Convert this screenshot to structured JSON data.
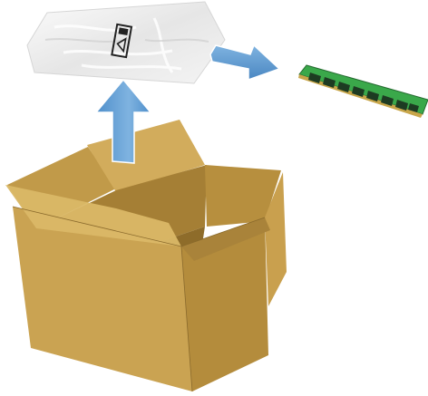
{
  "illustration": {
    "steps": [
      {
        "object": "cardboard-box",
        "state": "open"
      },
      {
        "object": "anti-static-bag"
      },
      {
        "object": "memory-module"
      }
    ],
    "arrows": [
      {
        "from": "cardboard-box",
        "to": "anti-static-bag",
        "direction": "up"
      },
      {
        "from": "anti-static-bag",
        "to": "memory-module",
        "direction": "right"
      }
    ],
    "colors": {
      "box": "#c9a24f",
      "arrow": "#5b9bd5",
      "bag": "#eeeeee",
      "module_pcb": "#3aa84a",
      "module_chips": "#1d3b22"
    }
  }
}
